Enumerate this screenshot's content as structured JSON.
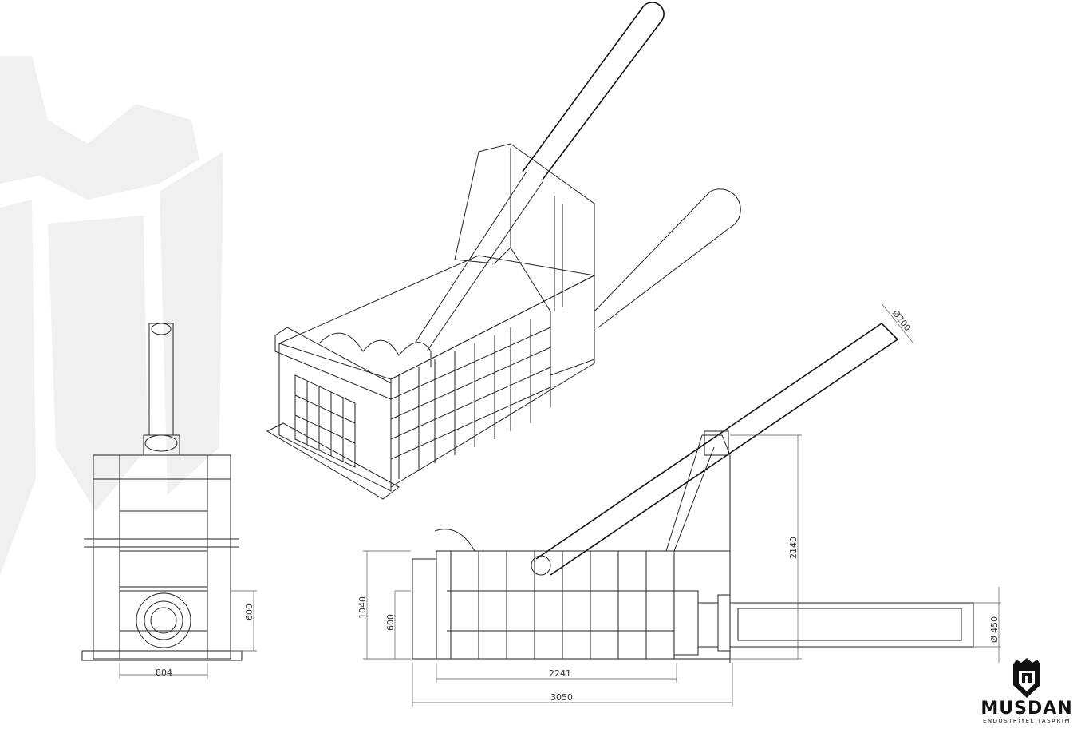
{
  "drawing": {
    "front_view": {
      "dimensions": {
        "width": "804",
        "height": "600"
      }
    },
    "side_view": {
      "dimensions": {
        "overall_height": "1040",
        "box_height": "600",
        "chamber_length": "2241",
        "overall_length": "3050",
        "height_to_pivot": "2140",
        "cylinder_diameter": "Ø 450",
        "rod_diameter": "Ø200"
      }
    }
  },
  "logo": {
    "brand": "MUSDAN",
    "tagline": "ENDÜSTRİYEL TASARIM"
  },
  "colors": {
    "line": "#222222",
    "watermark": "#f0f0f0",
    "background": "#ffffff"
  }
}
